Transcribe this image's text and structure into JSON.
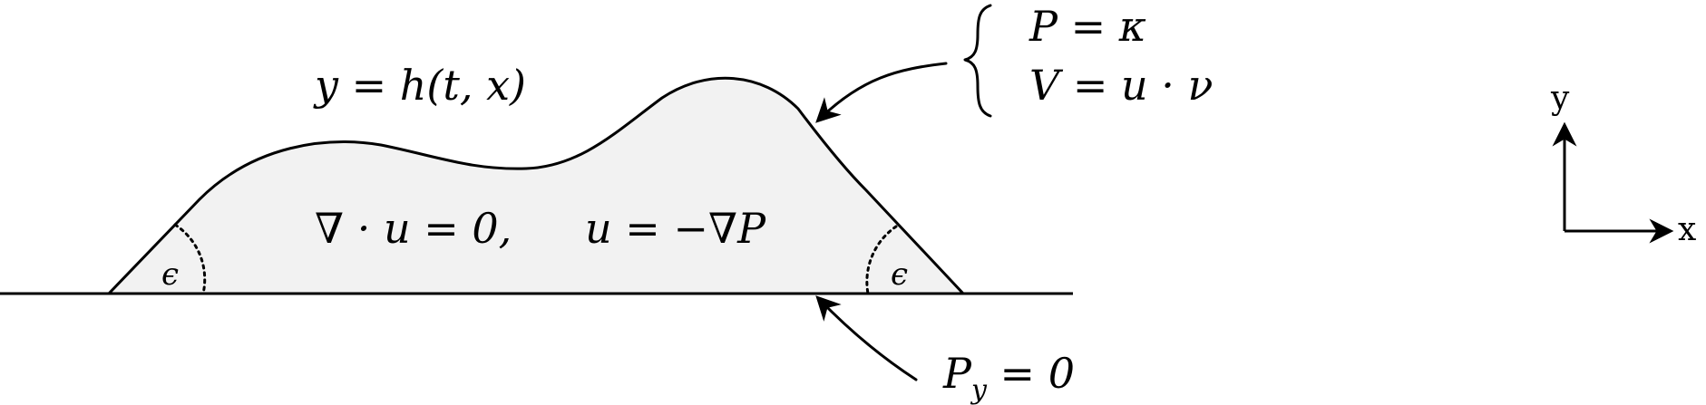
{
  "colors": {
    "stroke": "#000000",
    "fill": "#f2f2f2",
    "background": "#ffffff"
  },
  "labels": {
    "surface_eq": "y = h(t, x)",
    "bulk_eq_1": "∇ · u = 0,",
    "bulk_eq_2": "u = −∇P",
    "boundary_eq_1": "P = κ",
    "boundary_eq_2": "V = u · ν",
    "bottom_eq": "P",
    "bottom_eq_sub": "y",
    "bottom_eq_rest": " = 0",
    "angle_left": "ϵ",
    "angle_right": "ϵ",
    "axis_y": "y",
    "axis_x": "x"
  },
  "icons": {
    "brace": "left-curly-brace-icon",
    "arrow_top": "curved-arrow-icon",
    "arrow_bottom": "curved-arrow-icon"
  }
}
